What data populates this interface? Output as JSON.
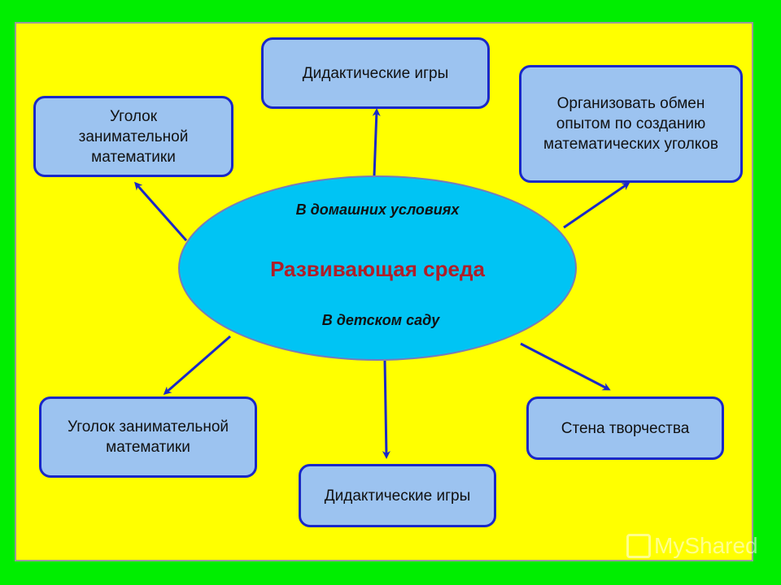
{
  "diagram": {
    "center": {
      "title": "Развивающая среда",
      "top_text": "В домашних условиях",
      "bottom_text": "В детском саду"
    },
    "nodes": {
      "top": "Дидактические игры",
      "top_left": "Уголок занимательной математики",
      "top_right": "Организовать обмен опытом по созданию математических уголков",
      "bottom_left": "Уголок занимательной математики",
      "bottom_center": "Дидактические игры",
      "bottom_right": "Стена творчества"
    }
  },
  "watermark": {
    "text": "MyShared"
  },
  "colors": {
    "frame": "#00ee00",
    "slide": "#ffff00",
    "box_fill": "#9cc3f0",
    "box_border": "#1a28c8",
    "ellipse_fill": "#00c4f4",
    "title_red": "#b01e28",
    "arrow": "#1a28c8"
  }
}
